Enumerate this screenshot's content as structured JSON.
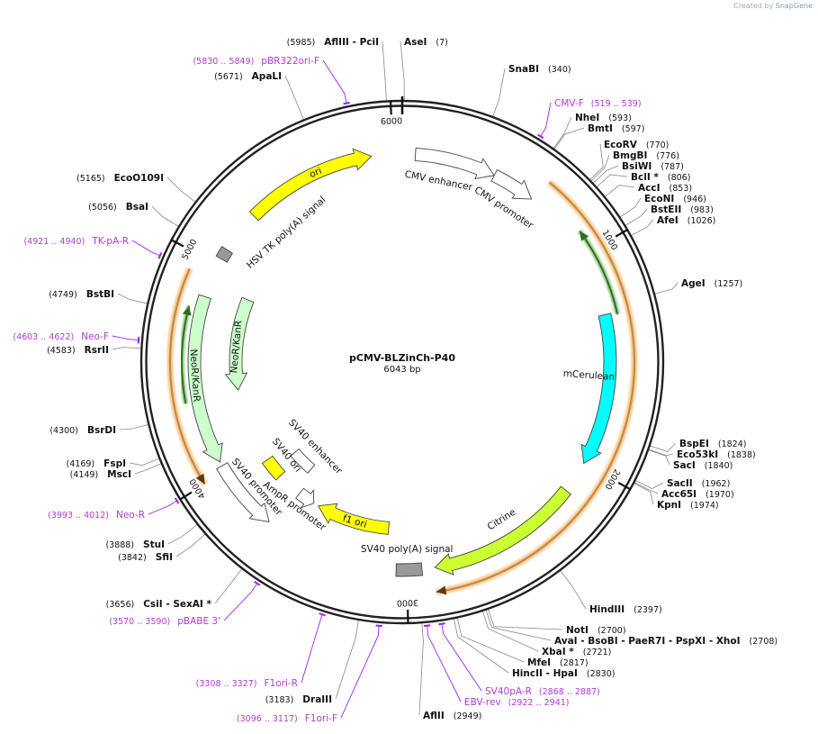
{
  "app": {
    "credit_prefix": "Created by",
    "credit_brand": "SnapGene"
  },
  "plasmid": {
    "name": "pCMV-BLZinCh-P40",
    "size_label": "6043 bp",
    "length": 6043
  },
  "ticks": [
    {
      "pos": 1000,
      "label": "1000"
    },
    {
      "pos": 2000,
      "label": "2000"
    },
    {
      "pos": 3000,
      "label": "3000"
    },
    {
      "pos": 4000,
      "label": "4000"
    },
    {
      "pos": 5000,
      "label": "5000"
    },
    {
      "pos": 6000,
      "label": "6000"
    }
  ],
  "features": [
    {
      "id": "cmv-enhancer",
      "label": "CMV enhancer",
      "start": 61,
      "end": 440,
      "dir": 1,
      "ring": 0,
      "color": "#ffffff"
    },
    {
      "id": "cmv-promoter",
      "label": "CMV promoter",
      "start": 441,
      "end": 645,
      "dir": 1,
      "ring": 0,
      "color": "#ffffff"
    },
    {
      "id": "mcerulean",
      "label": "mCerulean",
      "start": 1290,
      "end": 2000,
      "dir": 1,
      "ring": 0,
      "color": "#00ffff"
    },
    {
      "id": "citrine",
      "label": "Citrine",
      "start": 2150,
      "end": 2870,
      "dir": 1,
      "ring": 0,
      "color": "#ccff33"
    },
    {
      "id": "sv40-polya",
      "label": "SV40 poly(A) signal",
      "start": 2930,
      "end": 3050,
      "dir": 0,
      "ring": 0,
      "color": "#999999"
    },
    {
      "id": "f1-ori",
      "label": "f1 ori",
      "start": 3100,
      "end": 3530,
      "dir": 1,
      "ring": 1,
      "color": "#ffff00"
    },
    {
      "id": "ampr-promoter",
      "label": "AmpR promoter",
      "start": 3560,
      "end": 3660,
      "dir": -1,
      "ring": 1,
      "color": "#ffffff"
    },
    {
      "id": "sv40-promoter",
      "label": "SV40 promoter",
      "start": 3690,
      "end": 4030,
      "dir": -1,
      "ring": 0,
      "color": "#ffffff"
    },
    {
      "id": "sv40-ori",
      "label": "SV40 ori",
      "start": 3810,
      "end": 3930,
      "dir": 0,
      "ring": 1,
      "color": "#ffff00"
    },
    {
      "id": "sv40-enhancer",
      "label": "SV40 enhancer",
      "start": 3700,
      "end": 3860,
      "dir": 0,
      "ring": 2,
      "color": "#ffffff"
    },
    {
      "id": "neor-kanr-outer",
      "label": "NeoR/KanR",
      "start": 4050,
      "end": 4840,
      "dir": -1,
      "ring": 0,
      "color": "#ccffcc"
    },
    {
      "id": "neor-kanr-inner",
      "label": "NeoR/KanR",
      "start": 4370,
      "end": 4900,
      "dir": -1,
      "ring": 1,
      "color": "#ccffcc"
    },
    {
      "id": "hsv-tk-polya",
      "label": "HSV TK poly(A) signal",
      "start": 5030,
      "end": 5080,
      "dir": 0,
      "ring": 0,
      "color": "#999999"
    },
    {
      "id": "ori",
      "label": "ori",
      "start": 5280,
      "end": 5900,
      "dir": 1,
      "ring": 0,
      "color": "#ffff00"
    }
  ],
  "orfs": [
    {
      "id": "orf-cmv",
      "start": 660,
      "end": 2880,
      "dir": 1
    },
    {
      "id": "orf-neo",
      "start": 4000,
      "end": 4930,
      "dir": -1
    }
  ],
  "enzymes": [
    {
      "name": "AseI",
      "pos_label": "(7)",
      "pos": 7,
      "side": "R"
    },
    {
      "name": "SnaBI",
      "pos_label": "(340)",
      "pos": 340,
      "side": "R"
    },
    {
      "name": "NheI",
      "pos_label": "(593)",
      "pos": 593,
      "side": "R"
    },
    {
      "name": "BmtI",
      "pos_label": "(597)",
      "pos": 597,
      "side": "R"
    },
    {
      "name": "EcoRV",
      "pos_label": "(770)",
      "pos": 770,
      "side": "R"
    },
    {
      "name": "BmgBI",
      "pos_label": "(776)",
      "pos": 776,
      "side": "R"
    },
    {
      "name": "BsiWI",
      "pos_label": "(787)",
      "pos": 787,
      "side": "R"
    },
    {
      "name": "BclI *",
      "pos_label": "(806)",
      "pos": 806,
      "side": "R"
    },
    {
      "name": "AccI",
      "pos_label": "(853)",
      "pos": 853,
      "side": "R"
    },
    {
      "name": "EcoNI",
      "pos_label": "(946)",
      "pos": 946,
      "side": "R"
    },
    {
      "name": "BstEII",
      "pos_label": "(983)",
      "pos": 983,
      "side": "R"
    },
    {
      "name": "AfeI",
      "pos_label": "(1026)",
      "pos": 1026,
      "side": "R"
    },
    {
      "name": "AgeI",
      "pos_label": "(1257)",
      "pos": 1257,
      "side": "R"
    },
    {
      "name": "BspEI",
      "pos_label": "(1824)",
      "pos": 1824,
      "side": "R"
    },
    {
      "name": "Eco53kI",
      "pos_label": "(1838)",
      "pos": 1838,
      "side": "R"
    },
    {
      "name": "SacI",
      "pos_label": "(1840)",
      "pos": 1840,
      "side": "R"
    },
    {
      "name": "SacII",
      "pos_label": "(1962)",
      "pos": 1962,
      "side": "R"
    },
    {
      "name": "Acc65I",
      "pos_label": "(1970)",
      "pos": 1970,
      "side": "R"
    },
    {
      "name": "KpnI",
      "pos_label": "(1974)",
      "pos": 1974,
      "side": "R"
    },
    {
      "name": "HindIII",
      "pos_label": "(2397)",
      "pos": 2397,
      "side": "R"
    },
    {
      "name": "NotI",
      "pos_label": "(2700)",
      "pos": 2700,
      "side": "R"
    },
    {
      "name": "AvaI   - BsoBI   - PaeR7I   - PspXI   - XhoI",
      "pos_label": "(2708)",
      "pos": 2708,
      "side": "R"
    },
    {
      "name": "XbaI *",
      "pos_label": "(2721)",
      "pos": 2721,
      "side": "R"
    },
    {
      "name": "MfeI",
      "pos_label": "(2817)",
      "pos": 2817,
      "side": "R"
    },
    {
      "name": "HincII   - HpaI",
      "pos_label": "(2830)",
      "pos": 2830,
      "side": "R"
    },
    {
      "name": "AflII",
      "pos_label": "(2949)",
      "pos": 2949,
      "side": "R"
    },
    {
      "name": "DraIII",
      "pos_label": "(3183)",
      "pos": 3183,
      "side": "L"
    },
    {
      "name": "CsiI   - SexAI *",
      "pos_label": "(3656)",
      "pos": 3656,
      "side": "L"
    },
    {
      "name": "SfiI",
      "pos_label": "(3842)",
      "pos": 3842,
      "side": "L"
    },
    {
      "name": "StuI",
      "pos_label": "(3888)",
      "pos": 3888,
      "side": "L"
    },
    {
      "name": "MscI",
      "pos_label": "(4149)",
      "pos": 4149,
      "side": "L"
    },
    {
      "name": "FspI",
      "pos_label": "(4169)",
      "pos": 4169,
      "side": "L"
    },
    {
      "name": "BsrDI",
      "pos_label": "(4300)",
      "pos": 4300,
      "side": "L"
    },
    {
      "name": "RsrII",
      "pos_label": "(4583)",
      "pos": 4583,
      "side": "L"
    },
    {
      "name": "BstBI",
      "pos_label": "(4749)",
      "pos": 4749,
      "side": "L"
    },
    {
      "name": "BsaI",
      "pos_label": "(5056)",
      "pos": 5056,
      "side": "L"
    },
    {
      "name": "EcoO109I",
      "pos_label": "(5165)",
      "pos": 5165,
      "side": "L"
    },
    {
      "name": "ApaLI",
      "pos_label": "(5671)",
      "pos": 5671,
      "side": "L"
    },
    {
      "name": "AflIII   - PciI",
      "pos_label": "(5985)",
      "pos": 5985,
      "side": "L"
    }
  ],
  "primers": [
    {
      "name": "CMV-F",
      "range": "(519 .. 539)",
      "pos": 529,
      "side": "R"
    },
    {
      "name": "SV40pA-R",
      "range": "(2868 .. 2887)",
      "pos": 2877,
      "side": "R"
    },
    {
      "name": "EBV-rev",
      "range": "(2922 .. 2941)",
      "pos": 2931,
      "side": "R"
    },
    {
      "name": "F1ori-F",
      "range": "(3096 .. 3117)",
      "pos": 3106,
      "side": "L"
    },
    {
      "name": "F1ori-R",
      "range": "(3308 .. 3327)",
      "pos": 3317,
      "side": "L"
    },
    {
      "name": "pBABE 3'",
      "range": "(3570 .. 3590)",
      "pos": 3580,
      "side": "L"
    },
    {
      "name": "Neo-R",
      "range": "(3993 .. 4012)",
      "pos": 4002,
      "side": "L"
    },
    {
      "name": "Neo-F",
      "range": "(4603 .. 4622)",
      "pos": 4612,
      "side": "L"
    },
    {
      "name": "TK-pA-R",
      "range": "(4921 .. 4940)",
      "pos": 4930,
      "side": "L"
    },
    {
      "name": "pBR322ori-F",
      "range": "(5830 .. 5849)",
      "pos": 5839,
      "side": "L"
    }
  ]
}
